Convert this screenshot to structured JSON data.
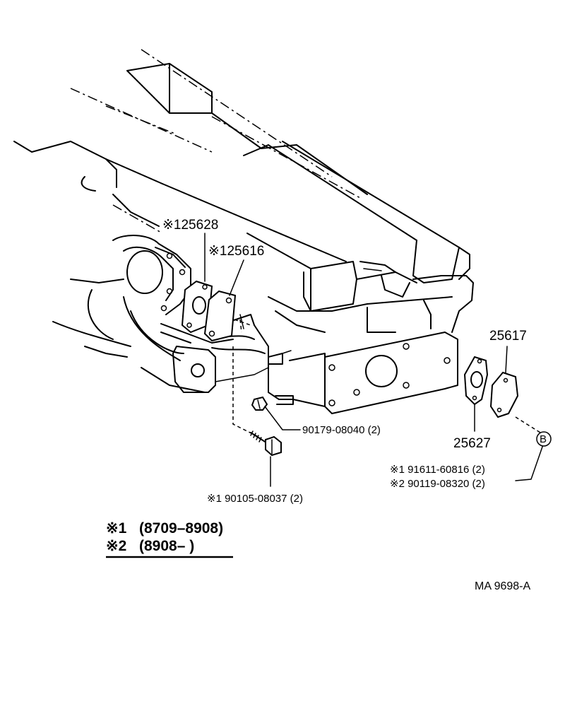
{
  "callouts": {
    "gasket_upper": "※125628",
    "gasket_lower": "※125616",
    "plate_right": "25617",
    "gasket_right": "25627",
    "union_bolt": "90179-08040 (2)",
    "bolt_lower": "※1 90105-08037 (2)",
    "bolt_right_1": "※1 91611-60816 (2)",
    "bolt_right_2": "※2 90119-08320 (2)",
    "ref_b": "B"
  },
  "legend": {
    "row1_mark": "※1",
    "row1_range": "(8709–8908)",
    "row2_mark": "※2",
    "row2_range": "(8908–        )"
  },
  "drawing_code": "MA  9698-A"
}
